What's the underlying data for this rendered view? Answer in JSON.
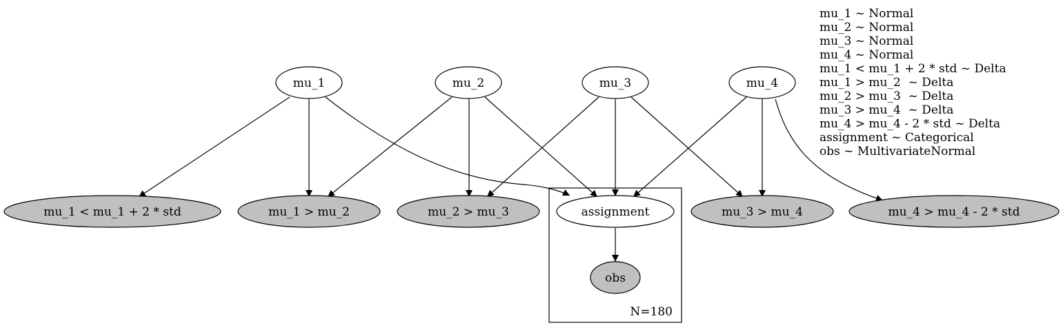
{
  "colors": {
    "latent_fill": "#ffffff",
    "observed_fill": "#c0c0c0",
    "stroke": "#000000"
  },
  "nodes": {
    "mu_1": "mu_1",
    "mu_2": "mu_2",
    "mu_3": "mu_3",
    "mu_4": "mu_4",
    "delta_1": "mu_1 < mu_1 + 2 * std",
    "delta_12": "mu_1 > mu_2",
    "delta_23": "mu_2 > mu_3",
    "assignment": "assignment",
    "delta_34": "mu_3 > mu_4",
    "delta_4": "mu_4 > mu_4 - 2 * std",
    "obs": "obs"
  },
  "plate": {
    "label": "N=180"
  },
  "legend": {
    "lines": [
      "mu_1 ~ Normal",
      "mu_2 ~ Normal",
      "mu_3 ~ Normal",
      "mu_4 ~ Normal",
      "mu_1 < mu_1 + 2 * std ~ Delta",
      "mu_1 > mu_2  ~ Delta",
      "mu_2 > mu_3  ~ Delta",
      "mu_3 > mu_4  ~ Delta",
      "mu_4 > mu_4 - 2 * std ~ Delta",
      "assignment ~ Categorical",
      "obs ~ MultivariateNormal"
    ]
  }
}
